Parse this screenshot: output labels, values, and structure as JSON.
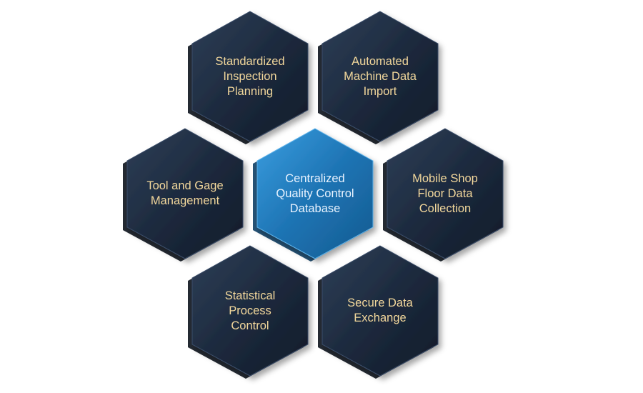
{
  "diagram": {
    "center": {
      "id": "centralized-db",
      "lines": [
        "Centralized",
        "Quality Control",
        "Database"
      ],
      "color": "#1e74b4"
    },
    "hexagons": [
      {
        "id": "standardized-inspection",
        "lines": [
          "Standardized",
          "Inspection",
          "Planning"
        ]
      },
      {
        "id": "automated-machine-data",
        "lines": [
          "Automated",
          "Machine Data",
          "Import"
        ]
      },
      {
        "id": "tool-gage",
        "lines": [
          "Tool and Gage",
          "Management"
        ]
      },
      {
        "id": "mobile-shop-floor",
        "lines": [
          "Mobile Shop",
          "Floor Data",
          "Collection"
        ]
      },
      {
        "id": "statistical-process",
        "lines": [
          "Statistical",
          "Process",
          "Control"
        ]
      },
      {
        "id": "secure-data-exchange",
        "lines": [
          "Secure Data",
          "Exchange"
        ]
      }
    ],
    "colors": {
      "hex_fill": "#1a2638",
      "hex_fill_light": "#2c3d55",
      "hex_text": "#f3d89c",
      "center_fill": "#1e74b4",
      "center_fill_light": "#2e8fd3",
      "center_text": "#e9f3ff"
    }
  }
}
